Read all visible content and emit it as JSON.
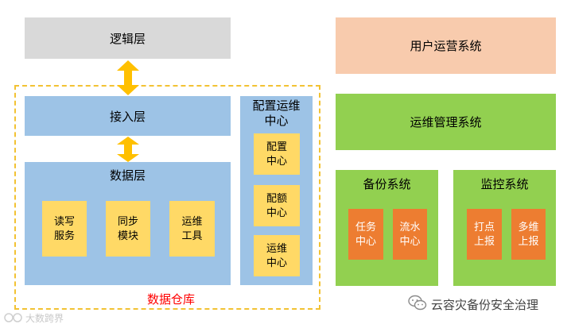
{
  "left": {
    "logic_layer": "逻辑层",
    "access_layer": "接入层",
    "data_layer": "数据层",
    "data_modules": [
      "读写\n服务",
      "同步\n模块",
      "运维\n工具"
    ],
    "config_center": {
      "title": "配置运维\n中心",
      "items": [
        "配置\n中心",
        "配额\n中心",
        "运维\n中心"
      ]
    },
    "warehouse_label": "数据仓库"
  },
  "right": {
    "user_ops": "用户运营系统",
    "ops_mgmt": "运维管理系统",
    "backup": {
      "title": "备份系统",
      "items": [
        "任务\n中心",
        "流水\n中心"
      ]
    },
    "monitor": {
      "title": "监控系统",
      "items": [
        "打点\n上报",
        "多维\n上报"
      ]
    }
  },
  "watermarks": {
    "bottom_left": "大数跨界",
    "bottom_right": "云容灾备份安全治理"
  },
  "colors": {
    "gray": "#d9d9d9",
    "blue": "#9dc3e6",
    "yellow": "#ffd966",
    "salmon": "#f8cbad",
    "green": "#92d050",
    "orange": "#ed7d31",
    "dashed": "#f2c233",
    "warehouse_text": "#ff0000"
  }
}
